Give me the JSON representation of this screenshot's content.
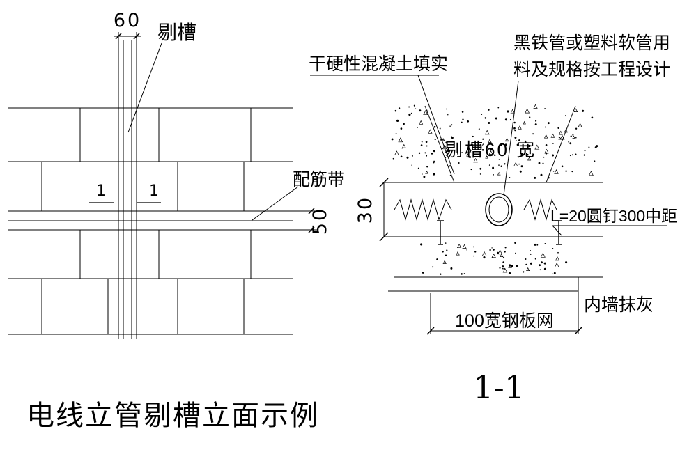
{
  "elevation": {
    "top_dim": "60",
    "groove_label": "剔槽",
    "rebar_band_label": "配筋带",
    "band_dim": "50",
    "cut_mark_left": "1",
    "cut_mark_right": "1",
    "caption": "电线立管剔槽立面示例"
  },
  "section": {
    "fill_note": "干硬性混凝土填实",
    "pipe_note_line1": "黑铁管或塑料软管用",
    "pipe_note_line2": "料及规格按工程设计",
    "groove_width_label": "剔槽60 宽",
    "depth_dim": "30",
    "nail_note": "L=20圆钉300中距",
    "plaster_label": "内墙抹灰",
    "mesh_dim_label": "100宽钢板网",
    "view_title": "1-1"
  },
  "colors": {
    "line": "#000000",
    "background": "#ffffff"
  }
}
